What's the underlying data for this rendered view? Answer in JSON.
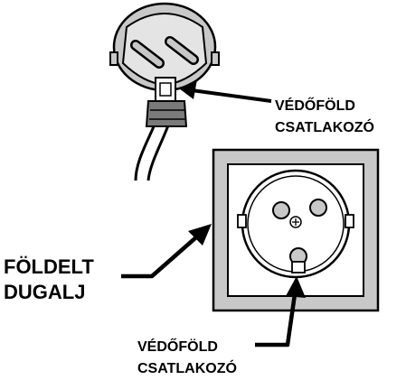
{
  "labels": {
    "plug_ground_contact": {
      "line1": "VÉDŐFÖLD",
      "line2": "CSATLAKOZÓ"
    },
    "grounded_socket": {
      "line1": "FÖLDELT",
      "line2": "DUGALJ"
    },
    "socket_ground_contact": {
      "line1": "VÉDŐFÖLD",
      "line2": "CSATLAKOZÓ"
    }
  },
  "colors": {
    "outline": "#000000",
    "plug_body": "#c8c8c8",
    "plug_dark": "#7a7a7a",
    "socket_frame": "#c8c8c8",
    "pins": "#c8c8c8",
    "background": "#ffffff"
  }
}
